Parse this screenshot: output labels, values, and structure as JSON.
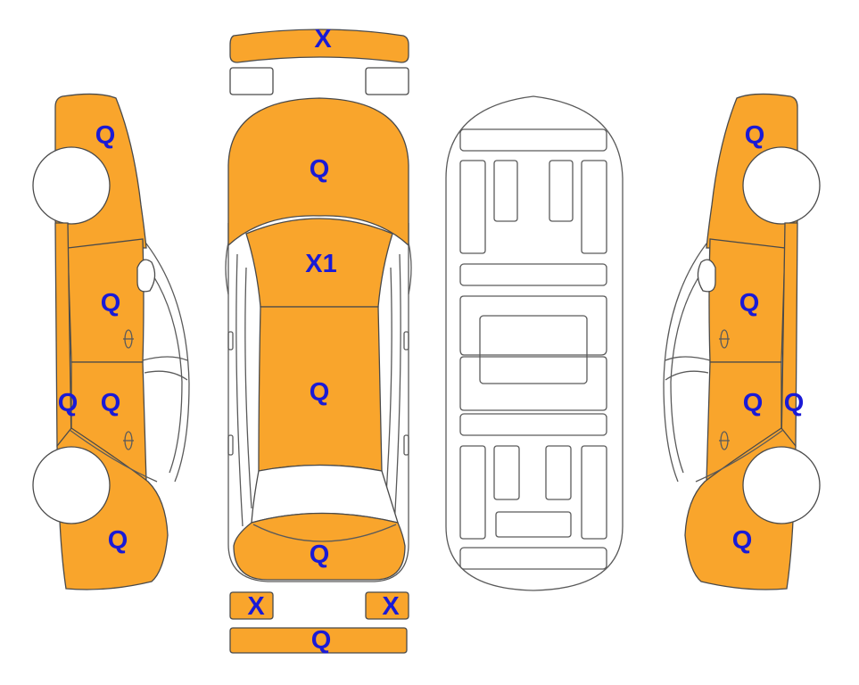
{
  "colors": {
    "damaged": "#f9a52c",
    "undamaged": "#ffffff",
    "label": "#1a1ad6",
    "outline": "#4a4a4a"
  },
  "labels": {
    "front_bumper": "X",
    "hood": "Q",
    "windshield": "X1",
    "roof": "Q",
    "trunk": "Q",
    "tail_light_left": "X",
    "tail_light_right": "X",
    "rear_bumper": "Q",
    "left_front_fender": "Q",
    "left_front_door": "Q",
    "left_rear_door": "Q",
    "left_rocker": "Q",
    "left_rear_quarter": "Q",
    "right_front_fender": "Q",
    "right_front_door": "Q",
    "right_rear_door": "Q",
    "right_rocker": "Q",
    "right_rear_quarter": "Q"
  }
}
